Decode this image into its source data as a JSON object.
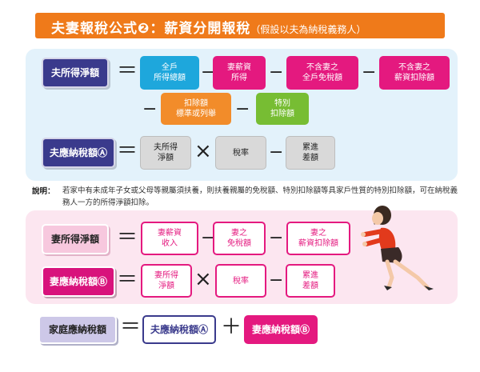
{
  "title": {
    "main": "夫妻報稅公式❷：薪資分開報稅",
    "sub": "（假設以夫為納稅義務人）"
  },
  "husband": {
    "net_income_label": "夫所得淨額",
    "items": [
      "全戶\n所得總額",
      "妻薪資\n所得",
      "不含妻之\n全戶免稅額",
      "不含妻之\n薪資扣除額"
    ],
    "items2": [
      "扣除額\n標準或列舉",
      "特別\n扣除額"
    ],
    "tax_label": "夫應納稅額Ⓐ",
    "tax_items": [
      "夫所得\n淨額",
      "稅率",
      "累進\n差額"
    ]
  },
  "note": {
    "label": "說明：",
    "text": "若家中有未成年子女或父母等親屬須扶養，則扶養親屬的免稅額、特別扣除額等具家戶性質的特別扣除額，可在納稅義務人一方的所得淨額扣除。"
  },
  "wife": {
    "net_income_label": "妻所得淨額",
    "items": [
      "妻薪資\n收入",
      "妻之\n免稅額",
      "妻之\n薪資扣除額"
    ],
    "tax_label": "妻應納稅額Ⓑ",
    "tax_items": [
      "妻所得\n淨額",
      "稅率",
      "累進\n差額"
    ]
  },
  "family": {
    "label": "家庭應納稅額",
    "a": "夫應納稅額Ⓐ",
    "b": "妻應納稅額Ⓑ"
  },
  "operators": {
    "eq": "＝",
    "minus": "−",
    "times": "×",
    "plus": "＋"
  }
}
